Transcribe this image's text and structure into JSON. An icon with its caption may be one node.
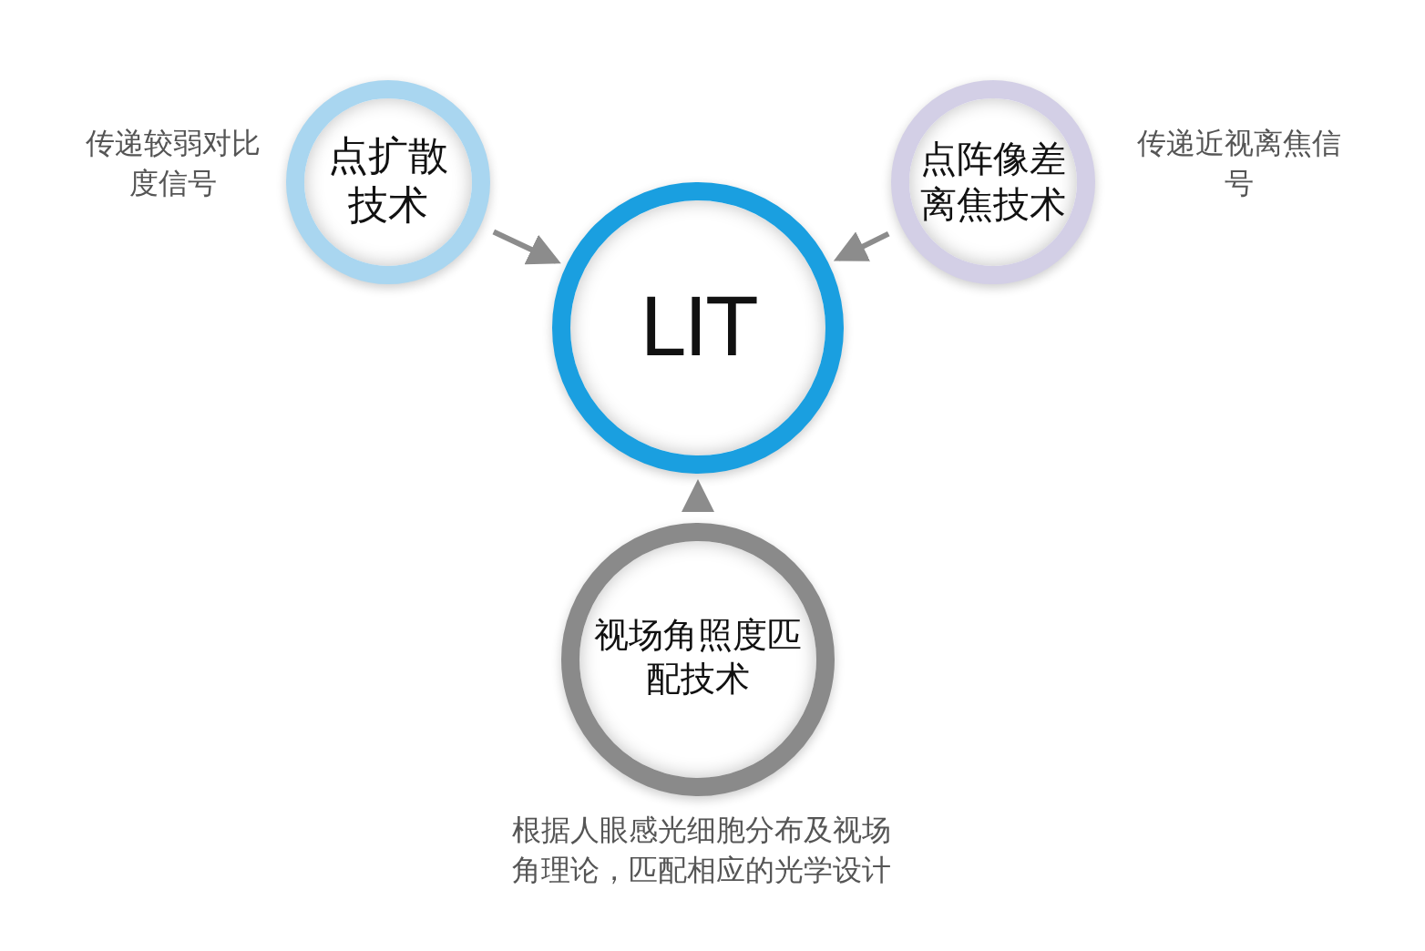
{
  "diagram": {
    "nodes": [
      {
        "text": [
          "点扩散技术"
        ],
        "beside": [
          "传递较弱对比度信号"
        ]
      },
      {
        "text": [
          "点阵像差离焦技术"
        ],
        "beside": [
          "传递近视离焦信号"
        ]
      },
      {
        "text": [
          "LIT"
        ]
      },
      {
        "text": [
          "视场角照度匹配技术"
        ],
        "beside": [
          "根据人眼感光细胞分布及视场角理论，匹配相应的光学设计"
        ]
      }
    ],
    "edges": [
      {
        "from": 0,
        "to": 2,
        "arrow": "to"
      },
      {
        "from": 1,
        "to": 2,
        "arrow": "to"
      },
      {
        "from": 3,
        "to": 2,
        "arrow": "to"
      }
    ]
  }
}
